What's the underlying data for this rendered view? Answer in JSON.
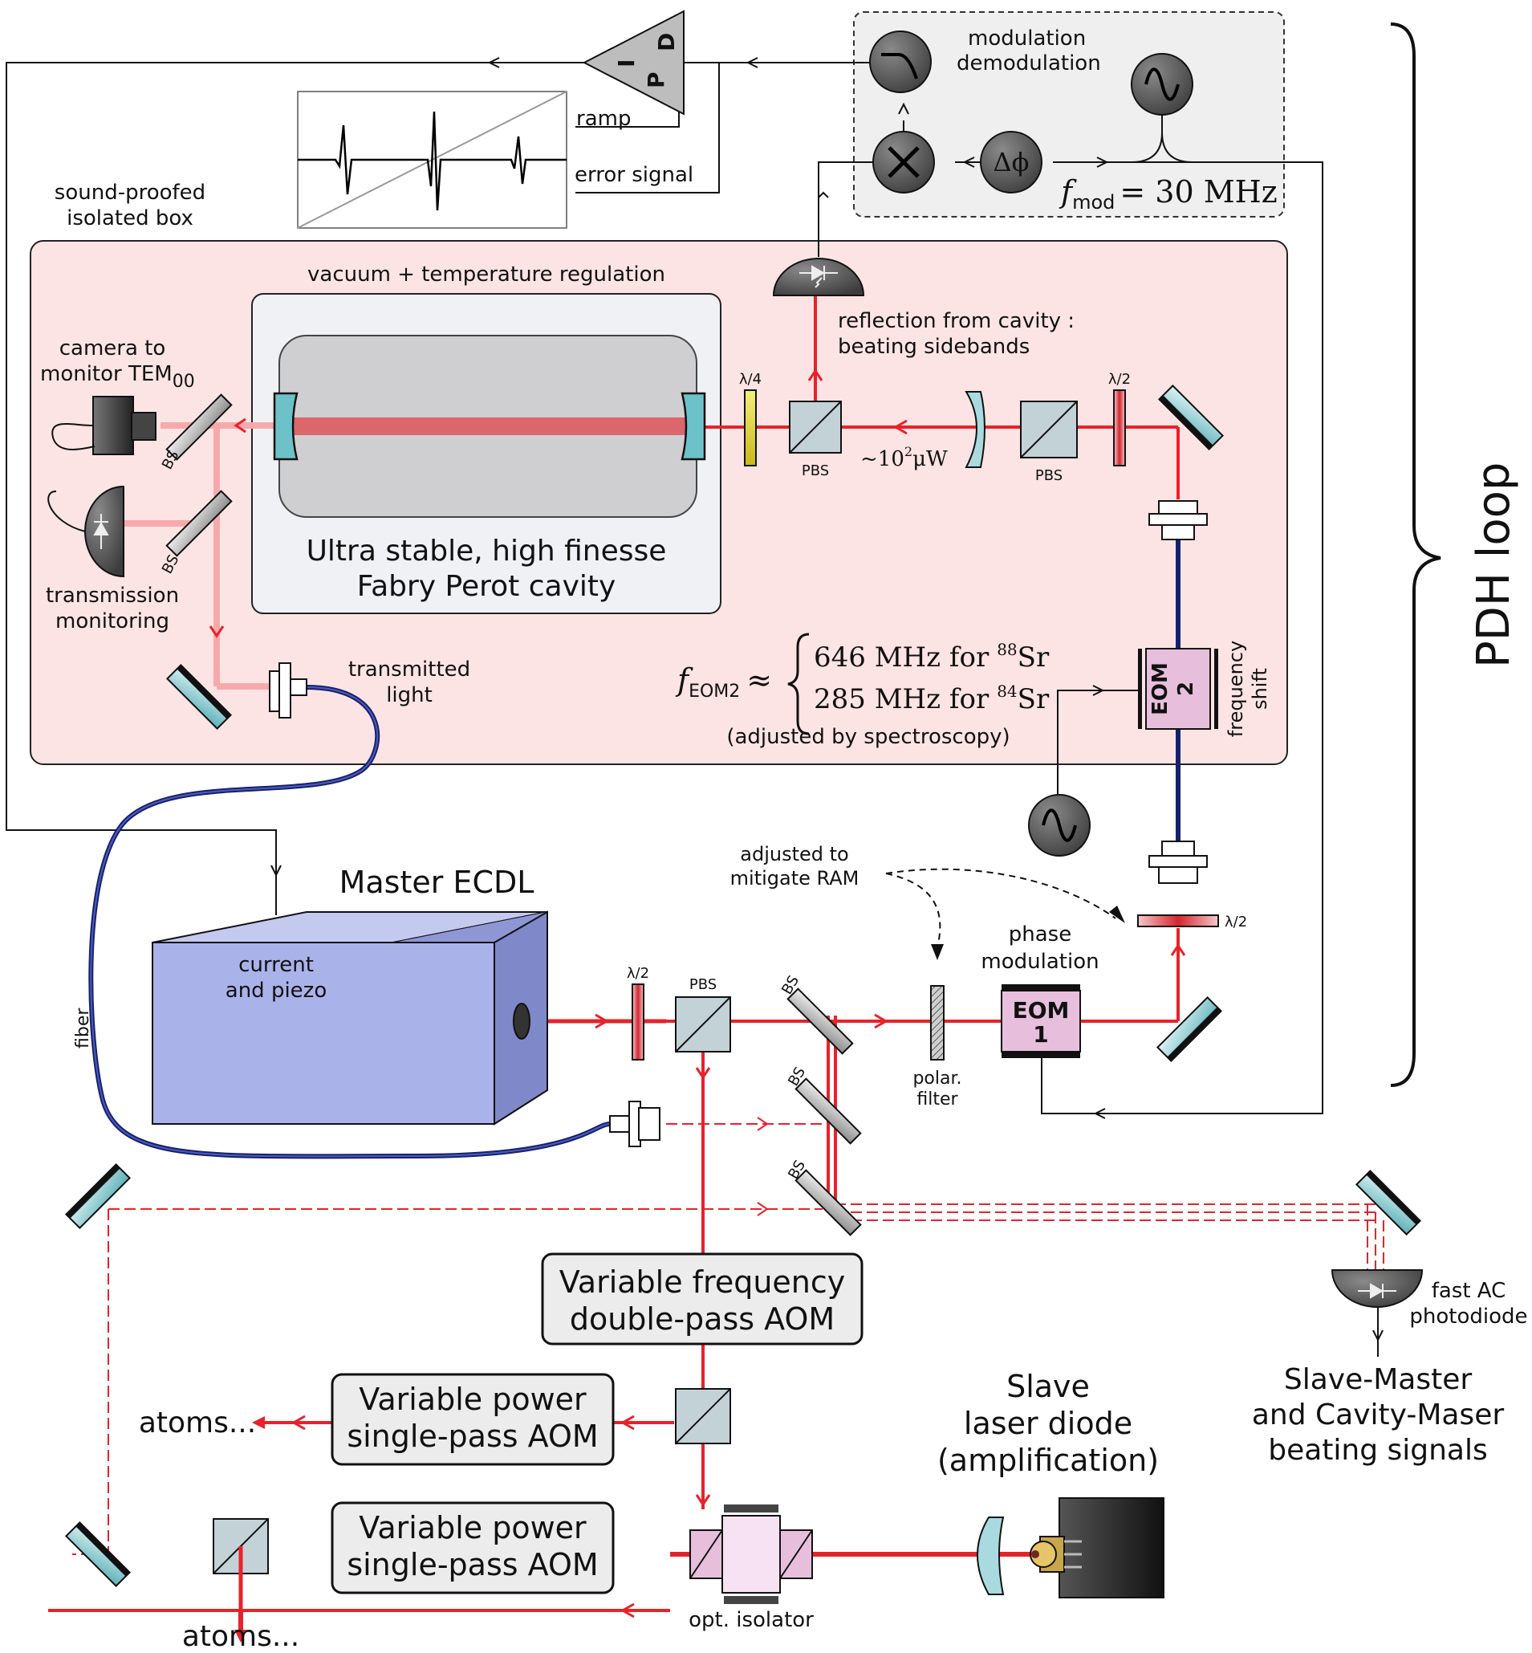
{
  "colors": {
    "beam": "#e8222a",
    "beam_weak": "#f7a9ac",
    "box_fill": "#fde4e4",
    "vacuum_fill": "#f0f1f4",
    "servo_fill": "#efefef",
    "ecdl_fill": "#aab2ea",
    "fiber": "#16216b",
    "mirror": "#a8dadf",
    "eom_fill": "#e7bfdc"
  },
  "labels": {
    "modulation": "modulation",
    "demodulation": "demodulation",
    "fmod": "f",
    "fmod_sub": "mod",
    "fmod_value": "= 30 MHz",
    "ramp": "ramp",
    "error_signal": "error signal",
    "sound_box_1": "sound-proofed",
    "sound_box_2": "isolated box",
    "vacuum": "vacuum + temperature regulation",
    "reflection_1": "reflection from cavity :",
    "reflection_2": "beating sidebands",
    "camera_1": "camera to",
    "camera_2": "monitor TEM",
    "camera_sub": "00",
    "lambda4": "λ/4",
    "lambda2": "λ/2",
    "pbs": "PBS",
    "bs": "BS",
    "power": "~10",
    "power_sup": "2",
    "power_unit": "μW",
    "cavity_1": "Ultra stable, high finesse",
    "cavity_2": "Fabry Perot cavity",
    "transmission_1": "transmission",
    "transmission_2": "monitoring",
    "transmitted_1": "transmitted",
    "transmitted_2": "light",
    "feom": "f",
    "feom_sub": "EOM2",
    "feom_approx": "≈",
    "feom_line1": "646 MHz for",
    "feom_iso1": "88",
    "feom_line2": "285 MHz for",
    "feom_iso2": "84",
    "sr": "Sr",
    "adjusted_spectroscopy": "(adjusted by spectroscopy)",
    "freq_shift_1": "frequency",
    "freq_shift_2": "shift",
    "eom2_1": "EOM",
    "eom2_2": "2",
    "eom1_1": "EOM",
    "eom1_2": "1",
    "pdh_loop": "PDH loop",
    "master": "Master ECDL",
    "current_1": "current",
    "current_2": "and piezo",
    "fiber": "fiber",
    "adjusted_ram_1": "adjusted to",
    "adjusted_ram_2": "mitigate RAM",
    "phase_mod_1": "phase",
    "phase_mod_2": "modulation",
    "polar_1": "polar.",
    "polar_2": "filter",
    "aom_double_1": "Variable frequency",
    "aom_double_2": "double-pass AOM",
    "aom_single_1": "Variable power",
    "aom_single_2": "single-pass AOM",
    "atoms": "atoms...",
    "slave_1": "Slave",
    "slave_2": "laser diode",
    "slave_3": "(amplification)",
    "isolator": "opt. isolator",
    "fast_ac_1": "fast AC",
    "fast_ac_2": "photodiode",
    "beating_1": "Slave-Master",
    "beating_2": "and Cavity-Maser",
    "beating_3": "beating signals",
    "pd_1": "P",
    "pd_2": "D",
    "pd_3": "I",
    "delta_phi": "Δϕ"
  }
}
